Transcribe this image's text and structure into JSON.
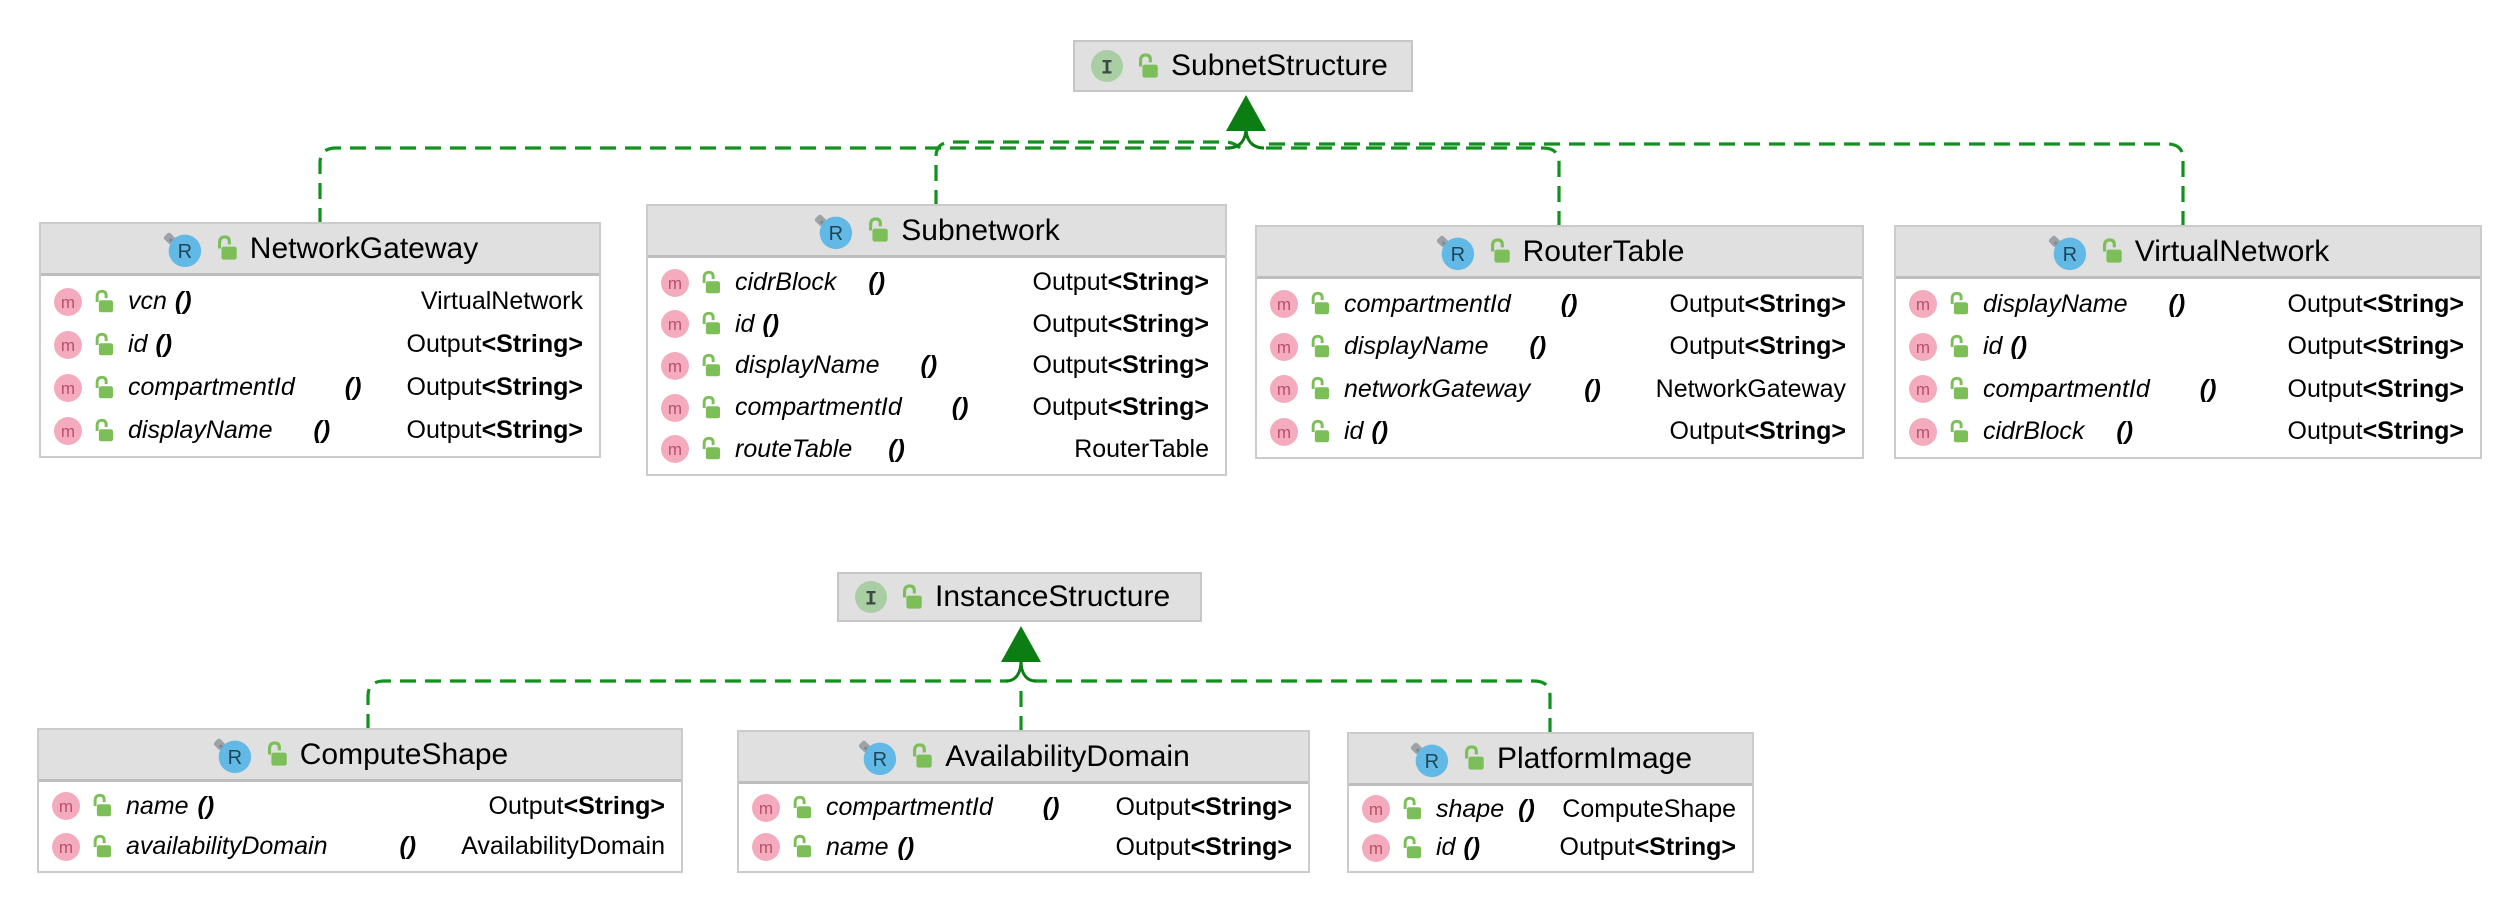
{
  "diagram": {
    "tool": "UML class diagram",
    "colors": {
      "edge_green": "#12911F",
      "arrow_green": "#0B7D13",
      "header_gray": "#E0E0E0",
      "class_icon_blue": "#63B9E5",
      "interface_icon_green": "#A9CEA4",
      "method_icon_pink": "#F5ABBE",
      "lock_green": "#7CBF58",
      "text": "#000000"
    },
    "icons": {
      "class": "class-icon (blue circle R with gray pin)",
      "interface": "interface-icon (green circle I)",
      "method": "method-icon (pink circle m)",
      "visibility": "unlocked-icon (green open padlock)"
    }
  },
  "interfaces": [
    {
      "label": "SubnetStructure"
    },
    {
      "label": "InstanceStructure"
    }
  ],
  "classes": [
    {
      "label": "NetworkGateway",
      "methods": [
        {
          "name": "vcn",
          "params": "()",
          "type": "VirtualNetwork"
        },
        {
          "name": "id",
          "params": "()",
          "type": "Output<String>"
        },
        {
          "name": "compartmentId",
          "params": "()",
          "type": "Output<String>"
        },
        {
          "name": "displayName",
          "params": "()",
          "type": "Output<String>"
        }
      ]
    },
    {
      "label": "Subnetwork",
      "methods": [
        {
          "name": "cidrBlock",
          "params": "()",
          "type": "Output<String>"
        },
        {
          "name": "id",
          "params": "()",
          "type": "Output<String>"
        },
        {
          "name": "displayName",
          "params": "()",
          "type": "Output<String>"
        },
        {
          "name": "compartmentId",
          "params": "()",
          "type": "Output<String>"
        },
        {
          "name": "routeTable",
          "params": "()",
          "type": "RouterTable"
        }
      ]
    },
    {
      "label": "RouterTable",
      "methods": [
        {
          "name": "compartmentId",
          "params": "()",
          "type": "Output<String>"
        },
        {
          "name": "displayName",
          "params": "()",
          "type": "Output<String>"
        },
        {
          "name": "networkGateway",
          "params": "()",
          "type": "NetworkGateway"
        },
        {
          "name": "id",
          "params": "()",
          "type": "Output<String>"
        }
      ]
    },
    {
      "label": "VirtualNetwork",
      "methods": [
        {
          "name": "displayName",
          "params": "()",
          "type": "Output<String>"
        },
        {
          "name": "id",
          "params": "()",
          "type": "Output<String>"
        },
        {
          "name": "compartmentId",
          "params": "()",
          "type": "Output<String>"
        },
        {
          "name": "cidrBlock",
          "params": "()",
          "type": "Output<String>"
        }
      ]
    },
    {
      "label": "ComputeShape",
      "methods": [
        {
          "name": "name",
          "params": "()",
          "type": "Output<String>"
        },
        {
          "name": "availabilityDomain",
          "params": "()",
          "type": "AvailabilityDomain"
        }
      ]
    },
    {
      "label": "AvailabilityDomain",
      "methods": [
        {
          "name": "compartmentId",
          "params": "()",
          "type": "Output<String>"
        },
        {
          "name": "name",
          "params": "()",
          "type": "Output<String>"
        }
      ]
    },
    {
      "label": "PlatformImage",
      "methods": [
        {
          "name": "shape",
          "params": "()",
          "type": "ComputeShape"
        },
        {
          "name": "id",
          "params": "()",
          "type": "Output<String>"
        }
      ]
    }
  ],
  "edges": [
    {
      "from": "NetworkGateway",
      "to": "SubnetStructure",
      "type": "realization"
    },
    {
      "from": "Subnetwork",
      "to": "SubnetStructure",
      "type": "realization"
    },
    {
      "from": "RouterTable",
      "to": "SubnetStructure",
      "type": "realization"
    },
    {
      "from": "VirtualNetwork",
      "to": "SubnetStructure",
      "type": "realization"
    },
    {
      "from": "ComputeShape",
      "to": "InstanceStructure",
      "type": "realization"
    },
    {
      "from": "AvailabilityDomain",
      "to": "InstanceStructure",
      "type": "realization"
    },
    {
      "from": "PlatformImage",
      "to": "InstanceStructure",
      "type": "realization"
    }
  ]
}
